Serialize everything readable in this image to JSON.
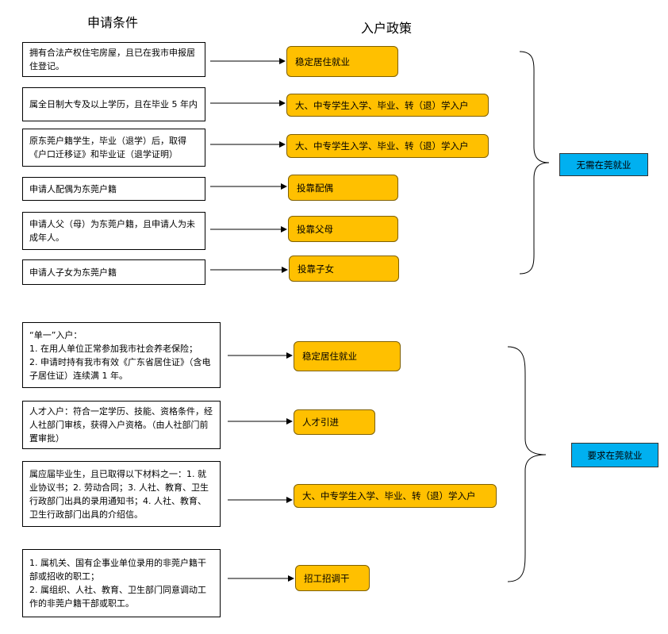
{
  "titles": {
    "conditions": "申请条件",
    "policies": "入户政策"
  },
  "colors": {
    "policy_fill": "#FFC000",
    "category_fill": "#00B0F0"
  },
  "group1": {
    "category": "无需在莞就业",
    "rows": [
      {
        "condition": "拥有合法产权住宅房屋，且已在我市申报居住登记。",
        "policy": "稳定居住就业"
      },
      {
        "condition": "属全日制大专及以上学历，且在毕业 5 年内",
        "policy": "大、中专学生入学、毕业、转（退）学入户"
      },
      {
        "condition": "原东莞户籍学生，毕业（退学）后，取得《户口迁移证》和毕业证（退学证明）",
        "policy": "大、中专学生入学、毕业、转（退）学入户"
      },
      {
        "condition": "申请人配偶为东莞户籍",
        "policy": "投靠配偶"
      },
      {
        "condition": "申请人父（母）为东莞户籍，且申请人为未成年人。",
        "policy": "投靠父母"
      },
      {
        "condition": "申请人子女为东莞户籍",
        "policy": "投靠子女"
      }
    ]
  },
  "group2": {
    "category": "要求在莞就业",
    "rows": [
      {
        "condition": "“单一”入户：\n1. 在用人单位正常参加我市社会养老保险；\n2. 申请时持有我市有效《广东省居住证》（含电子居住证）连续满 1 年。",
        "policy": "稳定居住就业"
      },
      {
        "condition": "人才入户：符合一定学历、技能、资格条件，经人社部门审核，获得入户资格。（由人社部门前置审批）",
        "policy": "人才引进"
      },
      {
        "condition": "属应届毕业生，且已取得以下材料之一：1. 就业协议书；2. 劳动合同；3. 人社、教育、卫生行政部门出具的录用通知书；4. 人社、教育、卫生行政部门出具的介绍信。",
        "policy": "大、中专学生入学、毕业、转（退）学入户"
      },
      {
        "condition": "1. 属机关、国有企事业单位录用的非莞户籍干部或招收的职工；\n2. 属组织、人社、教育、卫生部门同意调动工作的非莞户籍干部或职工。",
        "policy": "招工招调干"
      }
    ]
  }
}
